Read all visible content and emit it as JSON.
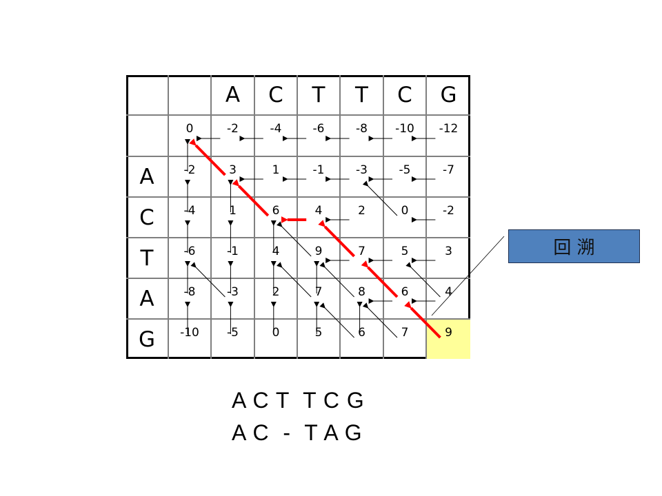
{
  "matrix": {
    "columns": [
      "",
      "",
      "A",
      "C",
      "T",
      "T",
      "C",
      "G"
    ],
    "rows": [
      {
        "label": "",
        "values": [
          "0",
          "-2",
          "-4",
          "-6",
          "-8",
          "-10",
          "-12"
        ]
      },
      {
        "label": "A",
        "values": [
          "-2",
          "3",
          "1",
          "-1",
          "-3",
          "-5",
          "-7"
        ]
      },
      {
        "label": "C",
        "values": [
          "-4",
          "1",
          "6",
          "4",
          "2",
          "0",
          "-2"
        ]
      },
      {
        "label": "T",
        "values": [
          "-6",
          "-1",
          "4",
          "9",
          "7",
          "5",
          "3"
        ]
      },
      {
        "label": "A",
        "values": [
          "-8",
          "-3",
          "2",
          "7",
          "8",
          "6",
          "4"
        ]
      },
      {
        "label": "G",
        "values": [
          "-10",
          "-5",
          "0",
          "5",
          "6",
          "7",
          "9"
        ]
      }
    ],
    "highlight_color": "#ffff99",
    "path_color": "#ff0000"
  },
  "callout": {
    "label": "回 溯",
    "color": "#4f81bd"
  },
  "alignment": {
    "line1": "A C T  T C G",
    "line2": "A C  -  T A G"
  }
}
